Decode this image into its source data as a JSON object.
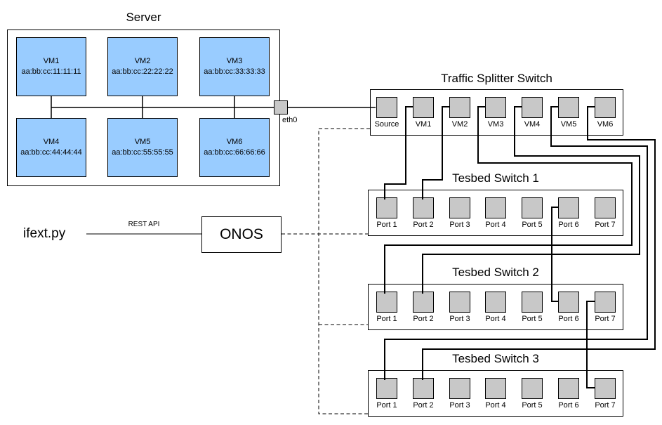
{
  "server": {
    "title": "Server",
    "vms": [
      {
        "name": "VM1",
        "mac": "aa:bb:cc:11:11:11"
      },
      {
        "name": "VM2",
        "mac": "aa:bb:cc:22:22:22"
      },
      {
        "name": "VM3",
        "mac": "aa:bb:cc:33:33:33"
      },
      {
        "name": "VM4",
        "mac": "aa:bb:cc:44:44:44"
      },
      {
        "name": "VM5",
        "mac": "aa:bb:cc:55:55:55"
      },
      {
        "name": "VM6",
        "mac": "aa:bb:cc:66:66:66"
      }
    ],
    "interface_label": "eth0"
  },
  "controller": {
    "script_label": "ifext.py",
    "link_label": "REST API",
    "onos_label": "ONOS"
  },
  "traffic_splitter": {
    "title": "Traffic Splitter Switch",
    "ports": [
      "Source",
      "VM1",
      "VM2",
      "VM3",
      "VM4",
      "VM5",
      "VM6"
    ]
  },
  "testbed_switches": [
    {
      "title": "Tesbed Switch 1",
      "ports": [
        "Port 1",
        "Port 2",
        "Port 3",
        "Port 4",
        "Port 5",
        "Port 6",
        "Port 7"
      ]
    },
    {
      "title": "Tesbed Switch 2",
      "ports": [
        "Port 1",
        "Port 2",
        "Port 3",
        "Port 4",
        "Port 5",
        "Port 6",
        "Port 7"
      ]
    },
    {
      "title": "Tesbed Switch 3",
      "ports": [
        "Port 1",
        "Port 2",
        "Port 3",
        "Port 4",
        "Port 5",
        "Port 6",
        "Port 7"
      ]
    }
  ],
  "colors": {
    "vm_fill": "#99CCFF",
    "port_fill": "#C8C8C8",
    "line": "#000000"
  }
}
